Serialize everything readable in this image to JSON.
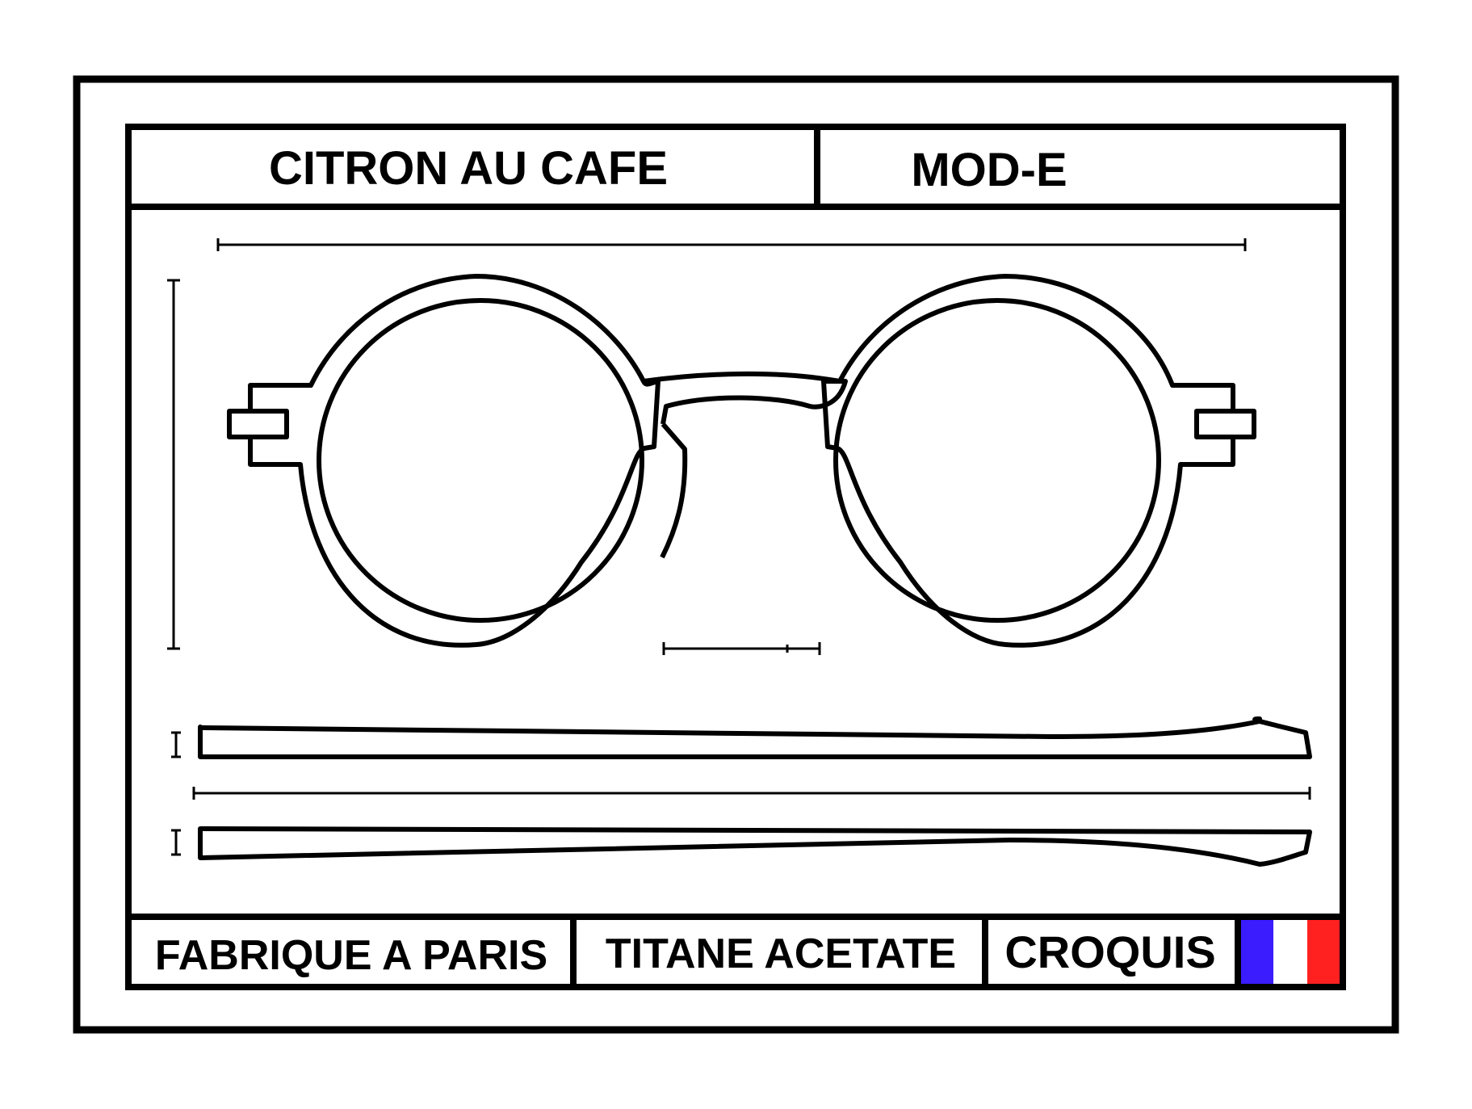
{
  "header": {
    "title": "CITRON AU CAFE",
    "model": "MOD-E"
  },
  "footer": {
    "origin": "FABRIQUE A PARIS",
    "material": "TITANE ACETATE",
    "sheet_type": "CROQUIS"
  },
  "colors": {
    "line": "#000000",
    "flag_blue": "#3a1cff",
    "flag_white": "#ffffff",
    "flag_red": "#ff2020"
  }
}
